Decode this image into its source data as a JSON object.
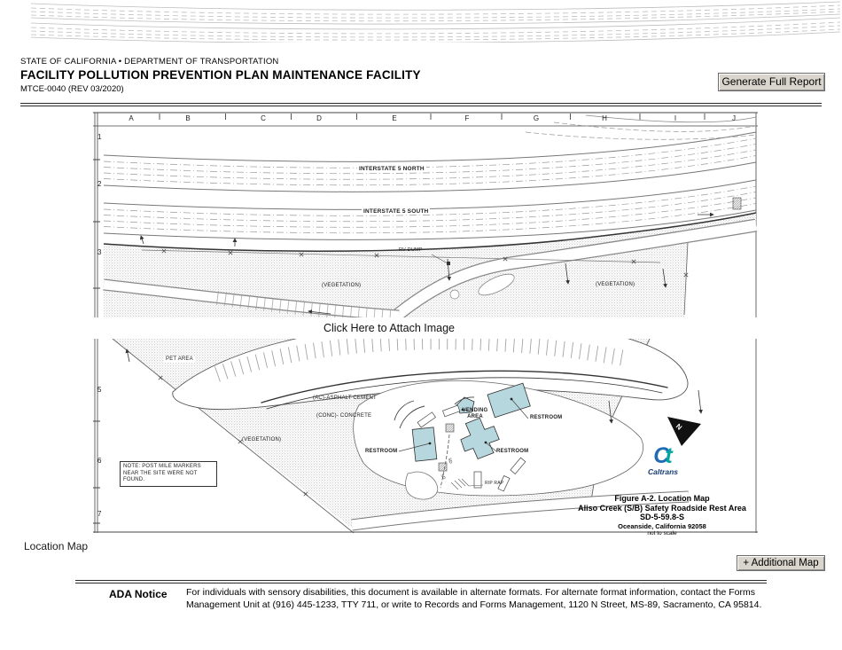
{
  "header": {
    "agency_line": "STATE OF CALIFORNIA • DEPARTMENT OF TRANSPORTATION",
    "title": "FACILITY POLLUTION PREVENTION PLAN MAINTENANCE FACILITY",
    "form_number": "MTCE-0040 (REV 03/2020)",
    "generate_button": "Generate Full Report"
  },
  "map": {
    "attach_prompt": "Click Here to Attach Image",
    "grid_columns": [
      "A",
      "B",
      "C",
      "D",
      "E",
      "F",
      "G",
      "H",
      "I",
      "J"
    ],
    "grid_rows": [
      "1",
      "2",
      "3",
      "5",
      "6",
      "7"
    ],
    "labels": {
      "interstate_north": "INTERSTATE 5 NORTH",
      "interstate_south": "INTERSTATE 5 SOUTH",
      "rv_dump": "RV DUMP",
      "vegetation_upper_left": "(VEGETATION)",
      "vegetation_upper_right": "(VEGETATION)",
      "vegetation_lower": "(VEGETATION)",
      "pet_area": "PET AREA",
      "asphalt_cement": "(AC)-ASPHALT CEMENT",
      "concrete": "(CONC)- CONCRETE",
      "vending_area": "VENDING AREA",
      "restroom_west": "RESTROOM",
      "restroom_east": "RESTROOM",
      "restroom_south": "RESTROOM",
      "rip_rap": "RIP RAP",
      "sd_1": "SD",
      "sd_2": "SD",
      "north_letter": "N",
      "note": "NOTE: POST MILE MARKERS NEAR THE SITE WERE NOT FOUND."
    },
    "caption": {
      "figure": "Figure A-2. Location Map",
      "site": "Aliso Creek (S/B) Safety Roadside Rest Area",
      "route": "SD-5-59.8-S",
      "city": "Oceanside, California 92058",
      "scale": "not to scale"
    },
    "logo": {
      "c": "C",
      "t": "t",
      "wordmark": "Caltrans"
    }
  },
  "footer": {
    "location_map_label": "Location Map",
    "additional_map_button": "+ Additional Map",
    "ada_label": "ADA Notice",
    "ada_line1": "For individuals with sensory disabilities, this document is available in alternate formats. For alternate format information, contact the Forms",
    "ada_line2": "Management Unit at (916) 445-1233, TTY 711, or write to Records and Forms Management, 1120 N Street, MS-89, Sacramento, CA 95814."
  },
  "colors": {
    "building_fill": "#b7d7de",
    "logo_blue": "#1f6cb5",
    "logo_teal": "#00a6a2",
    "button_face": "#d9d5cd",
    "map_line_gray": "#555555",
    "north_arrow": "#111111"
  }
}
